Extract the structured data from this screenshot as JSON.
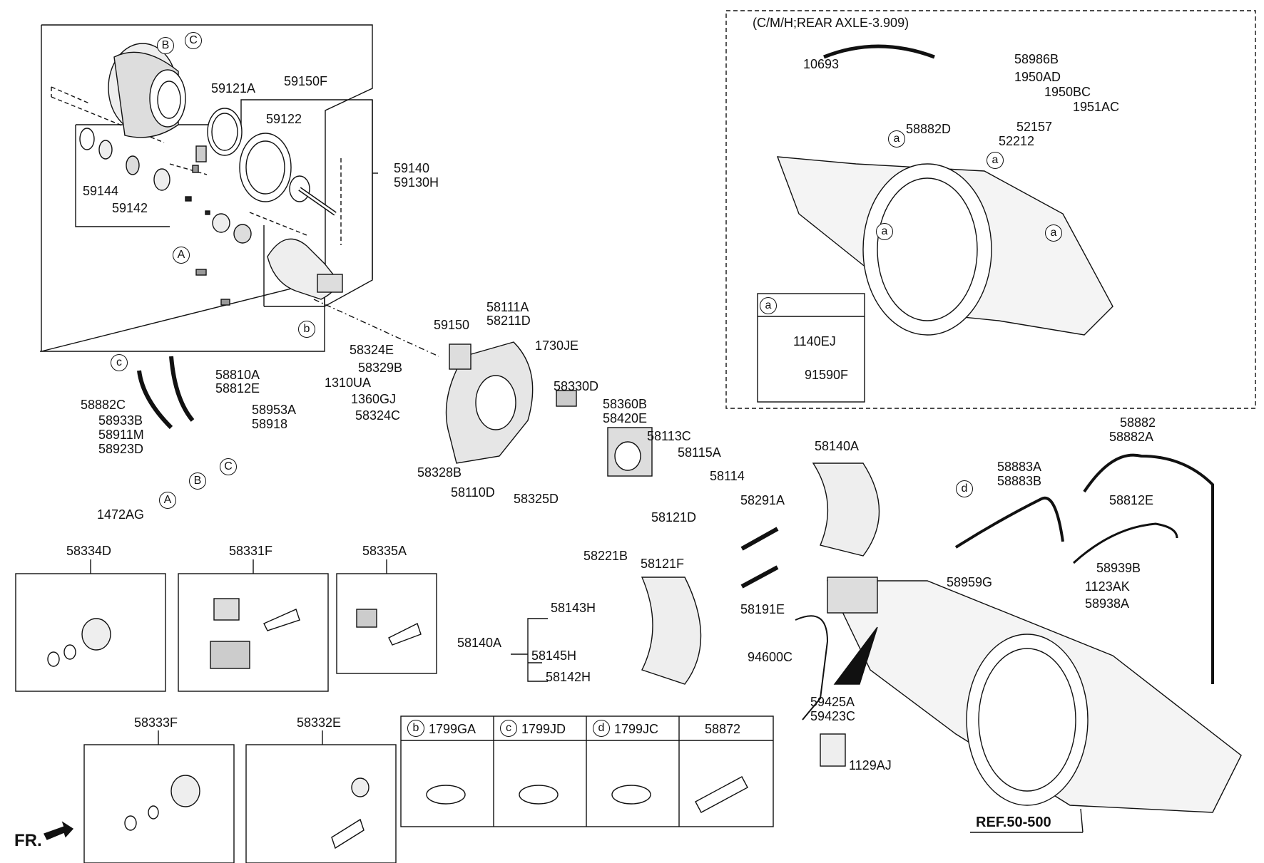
{
  "inset_title": "(C/M/H;REAR AXLE-3.909)",
  "ref_label": "REF.50-500",
  "fr_label": "FR.",
  "markers": {
    "A": "A",
    "B": "B",
    "C": "C",
    "a": "a",
    "b": "b",
    "c": "c",
    "d": "d"
  },
  "parts": {
    "p59121A": "59121A",
    "p59150F": "59150F",
    "p59122": "59122",
    "p59140": "59140",
    "p59130H": "59130H",
    "p59144": "59144",
    "p59142": "59142",
    "p59150": "59150",
    "p58111A": "58111A",
    "p58211D": "58211D",
    "p1730JE": "1730JE",
    "p58324E": "58324E",
    "p58329B": "58329B",
    "p1310UA": "1310UA",
    "p1360GJ": "1360GJ",
    "p58324C": "58324C",
    "p58330D": "58330D",
    "p58328B": "58328B",
    "p58110D": "58110D",
    "p58325D": "58325D",
    "p58810A": "58810A",
    "p58812E": "58812E",
    "p58882C": "58882C",
    "p58953A": "58953A",
    "p58918": "58918",
    "p58933B": "58933B",
    "p58911M": "58911M",
    "p58923D": "58923D",
    "p1472AG": "1472AG",
    "p58360B": "58360B",
    "p58420E": "58420E",
    "p58113C": "58113C",
    "p58115A": "58115A",
    "p58114": "58114",
    "p58121D": "58121D",
    "p58221B": "58221B",
    "p58121F": "58121F",
    "p58140A_shoe": "58140A",
    "p58291A": "58291A",
    "p58191E": "58191E",
    "p58143H": "58143H",
    "p58140A": "58140A",
    "p58145H": "58145H",
    "p58142H": "58142H",
    "p94600C": "94600C",
    "p59425A": "59425A",
    "p59423C": "59423C",
    "p1129AJ": "1129AJ",
    "p10693": "10693",
    "p58986B": "58986B",
    "p1950AD": "1950AD",
    "p1950BC": "1950BC",
    "p1951AC": "1951AC",
    "p58882D": "58882D",
    "p52157": "52157",
    "p52212": "52212",
    "p1140EJ": "1140EJ",
    "p91590F": "91590F",
    "p58882": "58882",
    "p58882A": "58882A",
    "p58883A": "58883A",
    "p58883B": "58883B",
    "p58812E_r": "58812E",
    "p58939B": "58939B",
    "p58959G": "58959G",
    "p1123AK": "1123AK",
    "p58938A": "58938A"
  },
  "kits": {
    "k58334D": "58334D",
    "k58331F": "58331F",
    "k58335A": "58335A",
    "k58333F": "58333F",
    "k58332E": "58332E"
  },
  "legend": [
    {
      "marker": "b",
      "part": "1799GA"
    },
    {
      "marker": "c",
      "part": "1799JD"
    },
    {
      "marker": "d",
      "part": "1799JC"
    },
    {
      "marker": "",
      "part": "58872"
    }
  ]
}
